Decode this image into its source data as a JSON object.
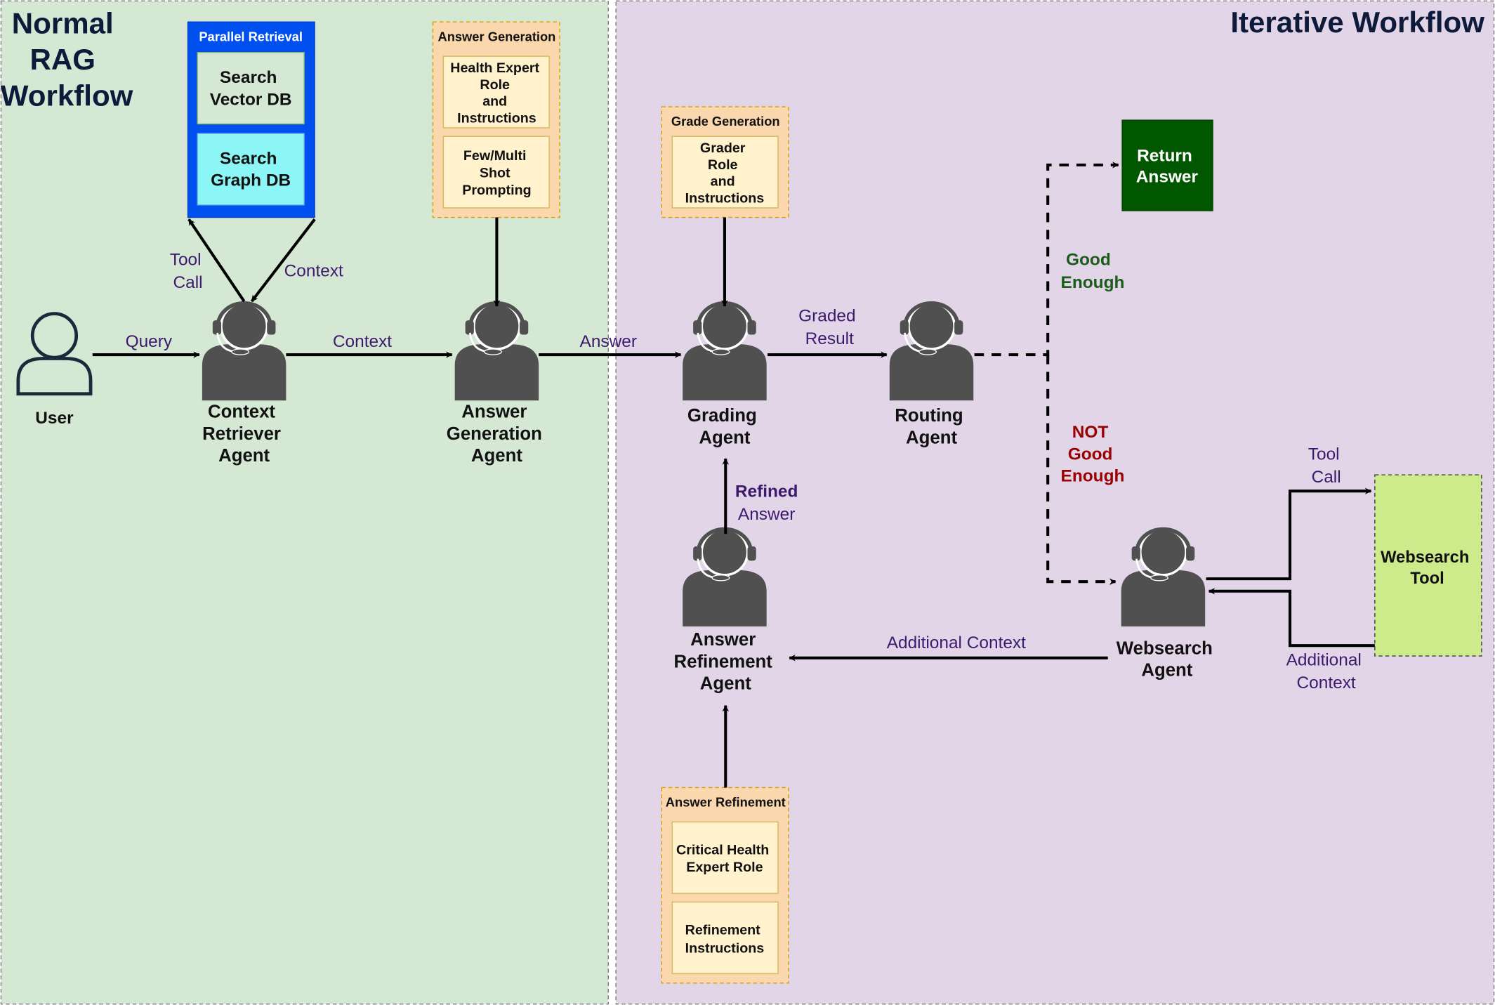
{
  "sections": {
    "normal_rag": {
      "title_lines": [
        "Normal",
        "RAG",
        "Workflow"
      ]
    },
    "iterative": {
      "title": "Iterative Workflow"
    }
  },
  "parallel_retrieval": {
    "header": "Parallel Retrieval",
    "vector_lines": [
      "Search",
      "Vector DB"
    ],
    "graph_lines": [
      "Search",
      "Graph DB"
    ]
  },
  "answer_generation_prompt": {
    "header": "Answer Generation",
    "item1_lines": [
      "Health Expert",
      "Role",
      "and",
      "Instructions"
    ],
    "item2_lines": [
      "Few/Multi",
      "Shot",
      "Prompting"
    ]
  },
  "grade_generation_prompt": {
    "header": "Grade Generation",
    "item1_lines": [
      "Grader",
      "Role",
      "and",
      "Instructions"
    ]
  },
  "answer_refinement_prompt": {
    "header": "Answer Refinement",
    "item1_lines": [
      "Critical Health",
      "Expert Role"
    ],
    "item2_lines": [
      "Refinement",
      "Instructions"
    ]
  },
  "return_answer": {
    "lines": [
      "Return",
      "Answer"
    ]
  },
  "websearch_tool": {
    "lines": [
      "Websearch",
      "Tool"
    ]
  },
  "nodes": {
    "user": {
      "lines": [
        "User"
      ]
    },
    "context_retriever": {
      "lines": [
        "Context",
        "Retriever",
        "Agent"
      ]
    },
    "answer_generation": {
      "lines": [
        "Answer",
        "Generation",
        "Agent"
      ]
    },
    "grading": {
      "lines": [
        "Grading",
        "Agent"
      ]
    },
    "routing": {
      "lines": [
        "Routing",
        "Agent"
      ]
    },
    "answer_refinement": {
      "lines": [
        "Answer",
        "Refinement",
        "Agent"
      ]
    },
    "websearch": {
      "lines": [
        "Websearch",
        "Agent"
      ]
    }
  },
  "edge_labels": {
    "query": "Query",
    "tool_call_left": [
      "Tool",
      "Call"
    ],
    "context_up": "Context",
    "context_mid": "Context",
    "answer": "Answer",
    "graded_result": [
      "Graded",
      "Result"
    ],
    "good_enough": [
      "Good",
      "Enough"
    ],
    "not_good_enough": [
      "NOT",
      "Good",
      "Enough"
    ],
    "refined": "Refined",
    "refined_answer": "Answer",
    "additional_context": "Additional Context",
    "tool_call_right": [
      "Tool",
      "Call"
    ],
    "additional_context_right": [
      "Additional",
      "Context"
    ]
  },
  "colors": {
    "normal_bg": "#d5e8d4",
    "iterative_bg": "#e1d5e7",
    "agent_icon": "#505050",
    "label_purple": "#3d1a6e",
    "good_green": "#1a5c1a",
    "bad_red": "#990000",
    "return_bg": "#005700",
    "parallel_blue": "#0050ef",
    "vector_bg": "#d5e8d4",
    "graph_bg": "#8cf6f6",
    "prompt_orange_bg": "#fad7ac",
    "prompt_item_bg": "#fff2cc",
    "websearch_tool_bg": "#cdeb8b"
  }
}
